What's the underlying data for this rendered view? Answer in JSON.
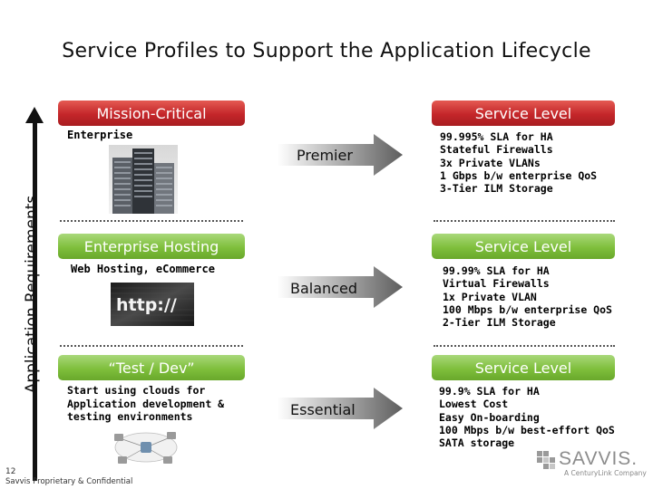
{
  "title": "Service Profiles to Support the Application Lifecycle",
  "axis_label": "Application Requirements",
  "tiers": [
    {
      "category_label": "Mission-Critical",
      "subtitle": "Enterprise",
      "image": "office-buildings-photo",
      "profile": "Premier",
      "service_level_label": "Service Level",
      "sla_lines": [
        "99.995% SLA for HA",
        "Stateful Firewalls",
        "3x Private VLANs",
        "1 Gbps b/w enterprise QoS",
        "3-Tier ILM Storage"
      ]
    },
    {
      "category_label": "Enterprise Hosting",
      "subtitle": "Web Hosting, eCommerce",
      "image": "http-screen-photo",
      "profile": "Balanced",
      "service_level_label": "Service Level",
      "sla_lines": [
        "99.99% SLA for HA",
        "Virtual Firewalls",
        "1x Private VLAN",
        "100 Mbps b/w enterprise QoS",
        "2-Tier ILM Storage"
      ]
    },
    {
      "category_label": "“Test / Dev”",
      "subtitle": "Start using clouds for Application development & testing environments",
      "image": "cloud-network-diagram",
      "profile": "Essential",
      "service_level_label": "Service Level",
      "sla_lines": [
        "99.9% SLA for HA",
        "Lowest Cost",
        "Easy On-boarding",
        "100 Mbps b/w best-effort QoS",
        "SATA storage"
      ]
    }
  ],
  "footer": {
    "page_number": "12",
    "confidential": "Savvis Proprietary & Confidential"
  },
  "logo": {
    "name": "SAVVIS.",
    "tagline": "A CenturyLink Company"
  },
  "colors": {
    "category_red": "#c4262a",
    "service_green": "#7fbf3c",
    "arrow_gray": "#6e6e6e"
  }
}
